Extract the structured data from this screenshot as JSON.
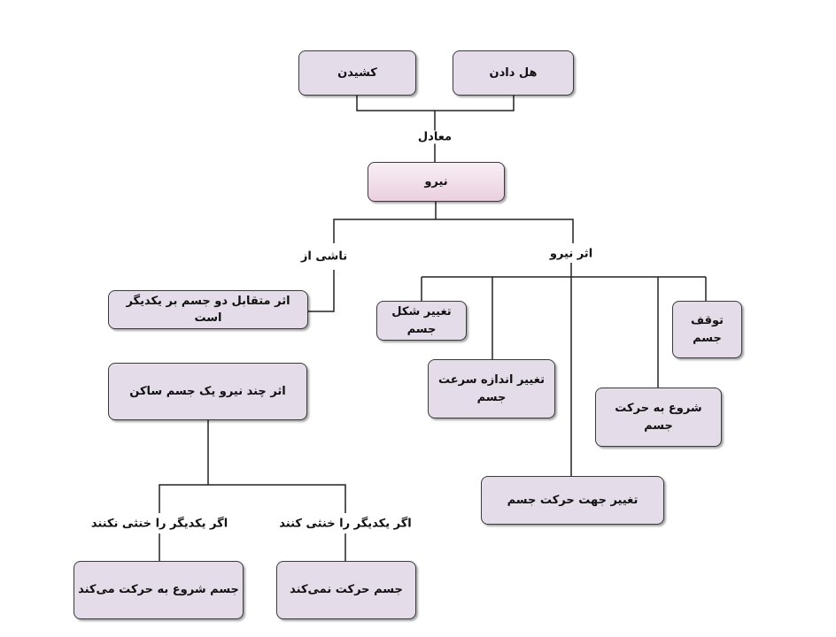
{
  "top": {
    "pull": "کشیدن",
    "push": "هل دادن",
    "equivalent": "معادل"
  },
  "center": "نیرو",
  "left_branch": {
    "label": "ناشی از",
    "box": "اثر متقابل دو جسم بر یکدیگر است"
  },
  "right_branch": {
    "label": "اثر نیرو",
    "effects": {
      "shape_change": "تغییر شکل جسم",
      "speed_change": "تغییر اندازه سرعت جسم",
      "direction_change": "تغییر جهت حرکت جسم",
      "start_motion": "شروع به حرکت جسم",
      "stop": "توقف جسم"
    }
  },
  "forces_on_rest": {
    "box": "اثر چند نیرو یک جسم ساکن",
    "not_cancel_label": "اگر یکدیگر را خنثی نکنند",
    "not_cancel_result": "جسم شروع به حرکت می‌کند",
    "cancel_label": "اگر یکدیگر را خنثی کنند",
    "cancel_result": "جسم حرکت نمی‌کند"
  }
}
